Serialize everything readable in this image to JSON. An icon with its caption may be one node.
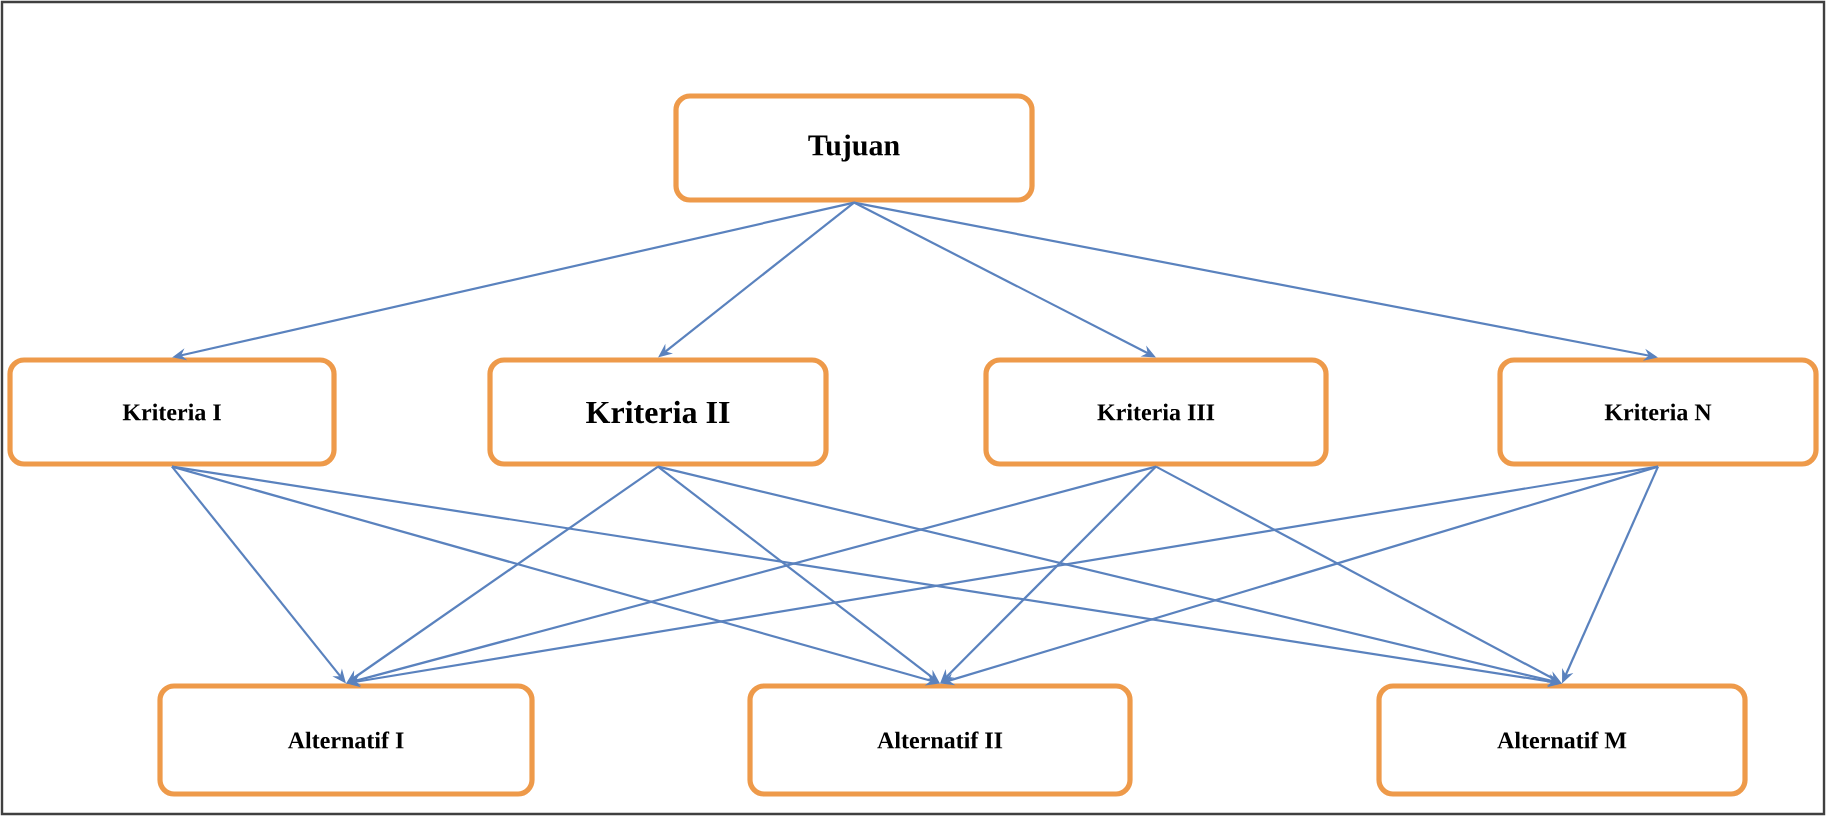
{
  "diagram": {
    "nodes": [
      {
        "text": [
          "Tujuan"
        ]
      },
      {
        "text": [
          "Kriteria I"
        ]
      },
      {
        "text": [
          "Kriteria II"
        ]
      },
      {
        "text": [
          "Kriteria III"
        ]
      },
      {
        "text": [
          "Kriteria N"
        ]
      },
      {
        "text": [
          "Alternatif I"
        ]
      },
      {
        "text": [
          "Alternatif II"
        ]
      },
      {
        "text": [
          "Alternatif M"
        ]
      }
    ],
    "edges": [
      {
        "from": 0,
        "to": 1,
        "arrow": "to"
      },
      {
        "from": 0,
        "to": 2,
        "arrow": "to"
      },
      {
        "from": 0,
        "to": 3,
        "arrow": "to"
      },
      {
        "from": 0,
        "to": 4,
        "arrow": "to"
      },
      {
        "from": 1,
        "to": 5,
        "arrow": "to"
      },
      {
        "from": 1,
        "to": 6,
        "arrow": "to"
      },
      {
        "from": 1,
        "to": 7,
        "arrow": "to"
      },
      {
        "from": 2,
        "to": 5,
        "arrow": "to"
      },
      {
        "from": 2,
        "to": 6,
        "arrow": "to"
      },
      {
        "from": 2,
        "to": 7,
        "arrow": "to"
      },
      {
        "from": 3,
        "to": 5,
        "arrow": "to"
      },
      {
        "from": 3,
        "to": 6,
        "arrow": "to"
      },
      {
        "from": 3,
        "to": 7,
        "arrow": "to"
      },
      {
        "from": 4,
        "to": 5,
        "arrow": "to"
      },
      {
        "from": 4,
        "to": 6,
        "arrow": "to"
      },
      {
        "from": 4,
        "to": 7,
        "arrow": "to"
      }
    ]
  }
}
